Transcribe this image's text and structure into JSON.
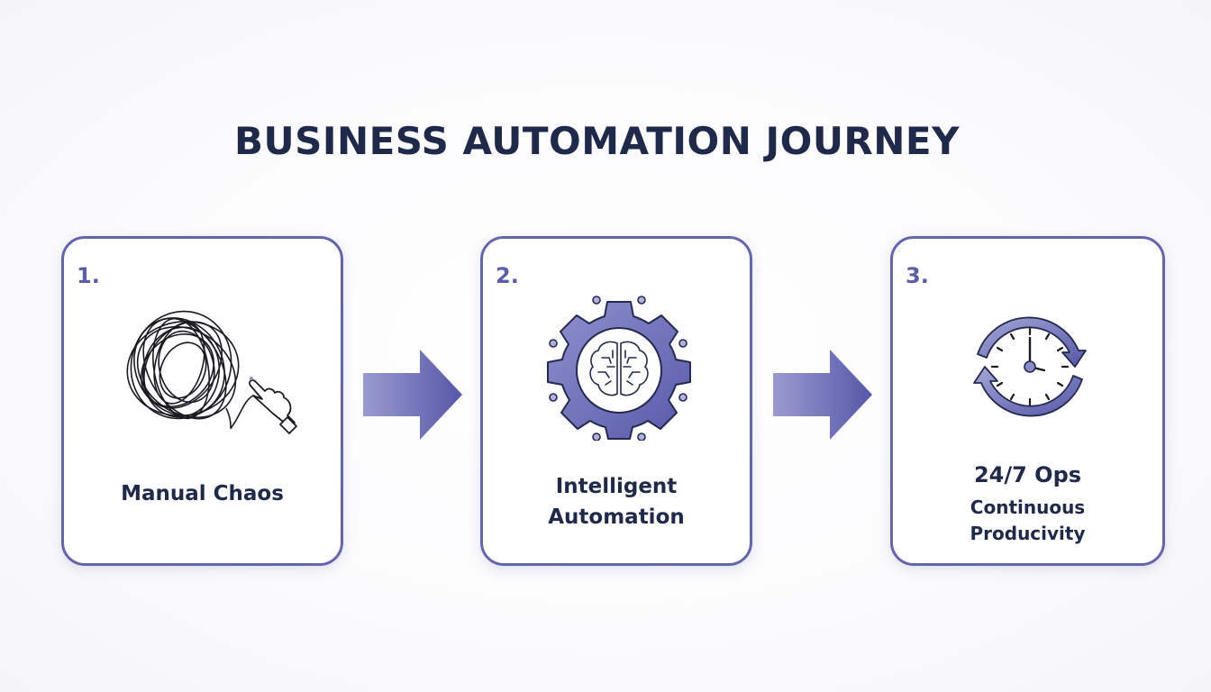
{
  "title": "BUSINESS AUTOMATION JOURNEY",
  "colors": {
    "accent": "#6466ad",
    "number": "#5b5da6",
    "text": "#1f2a4a"
  },
  "steps": [
    {
      "number": "1.",
      "label": "Manual Chaos",
      "icon": "tangled-scribble-pointing-hand-icon"
    },
    {
      "number": "2.",
      "label_line1": "Intelligent",
      "label_line2": "Automation",
      "icon": "gear-brain-icon"
    },
    {
      "number": "3.",
      "label_line1": "24/7 Ops",
      "label_line2": "Continuous",
      "label_line3": "Producivity",
      "icon": "clock-cycle-icon"
    }
  ],
  "connectors": [
    "arrow-right-icon",
    "arrow-right-icon"
  ]
}
